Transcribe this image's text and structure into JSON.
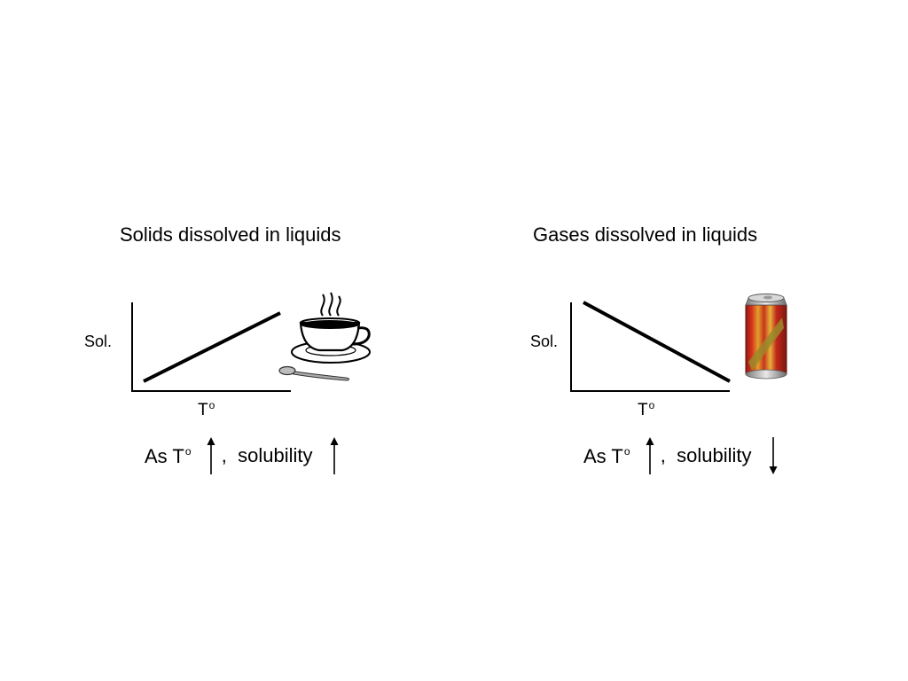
{
  "panels": [
    {
      "title": "Solids dissolved in liquids",
      "y_label": "Sol.",
      "x_label": "T",
      "x_label_sup": "o",
      "statement_prefix": "As T",
      "statement_sup": "o",
      "statement_middle": ",  solubility",
      "temperature_arrow": "up",
      "solubility_arrow": "up",
      "trend": "increasing",
      "illustration": "coffee-cup-icon"
    },
    {
      "title": "Gases dissolved in liquids",
      "y_label": "Sol.",
      "x_label": "T",
      "x_label_sup": "o",
      "statement_prefix": "As T",
      "statement_sup": "o",
      "statement_middle": ",  solubility",
      "temperature_arrow": "up",
      "solubility_arrow": "down",
      "trend": "decreasing",
      "illustration": "soda-can-icon"
    }
  ]
}
